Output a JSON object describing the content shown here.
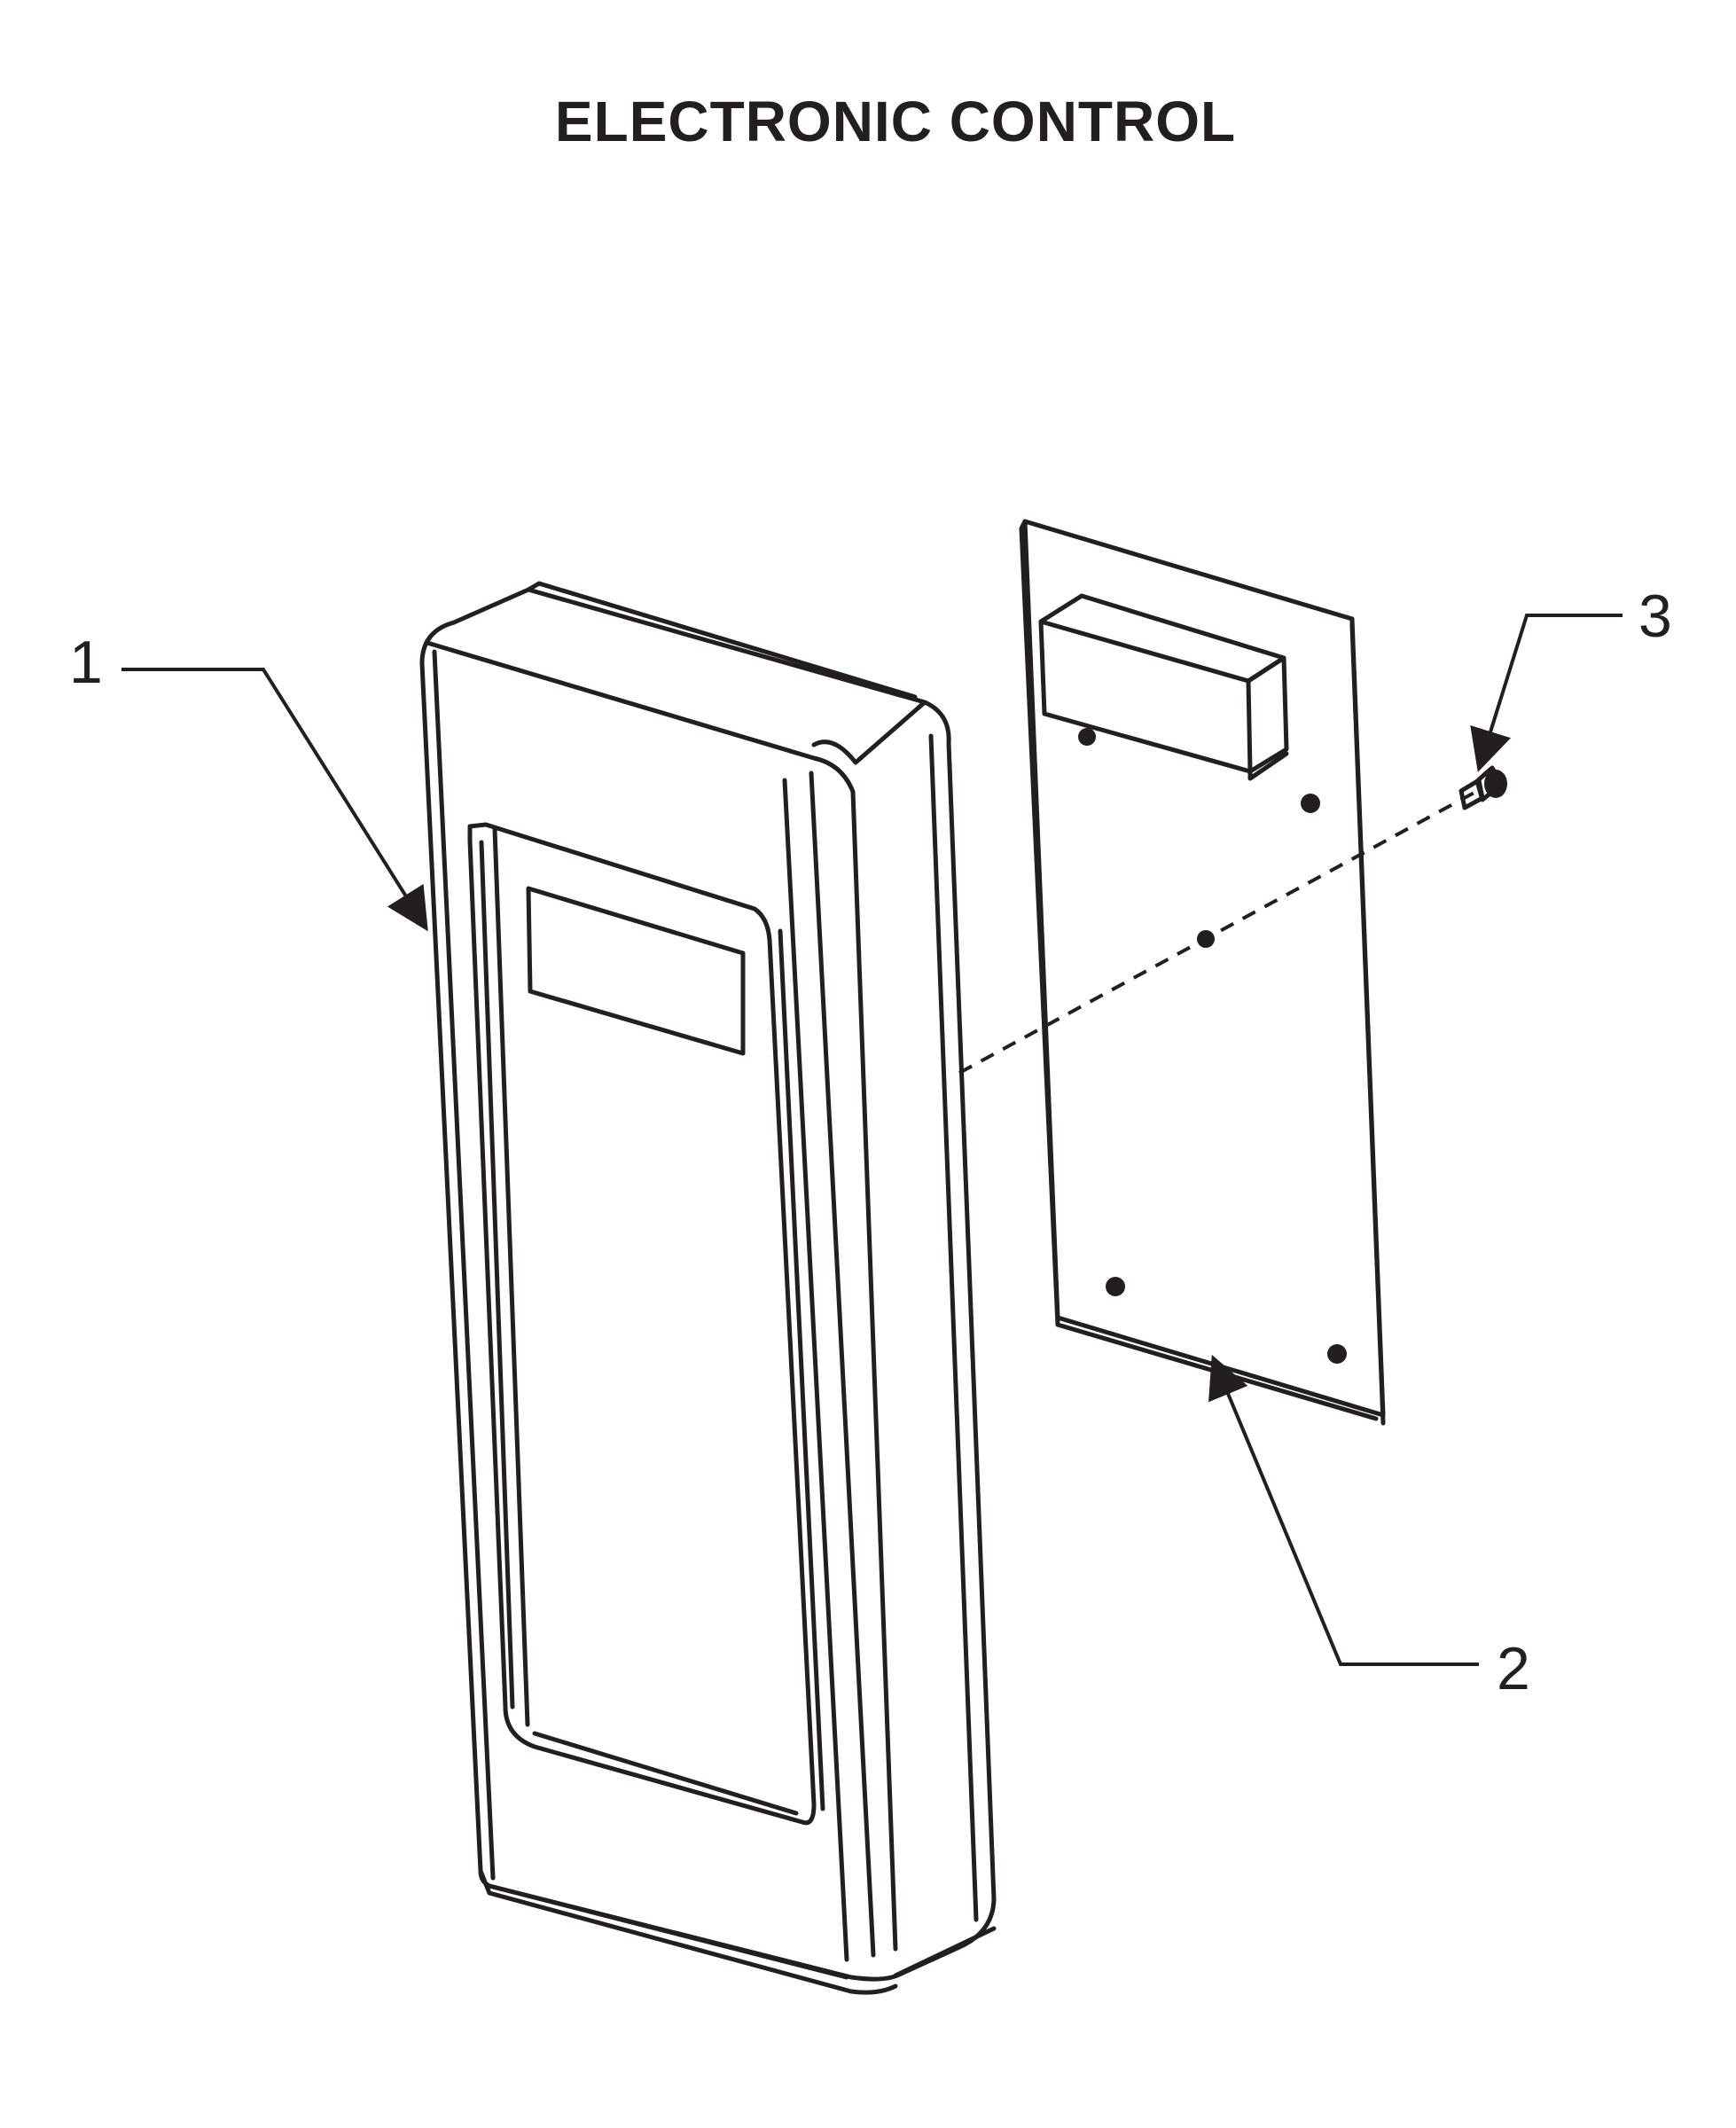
{
  "title": "ELECTRONIC CONTROL",
  "callouts": [
    {
      "id": "1",
      "label": "1"
    },
    {
      "id": "2",
      "label": "2"
    },
    {
      "id": "3",
      "label": "3"
    }
  ],
  "colors": {
    "ink": "#231f20",
    "background": "#ffffff"
  }
}
